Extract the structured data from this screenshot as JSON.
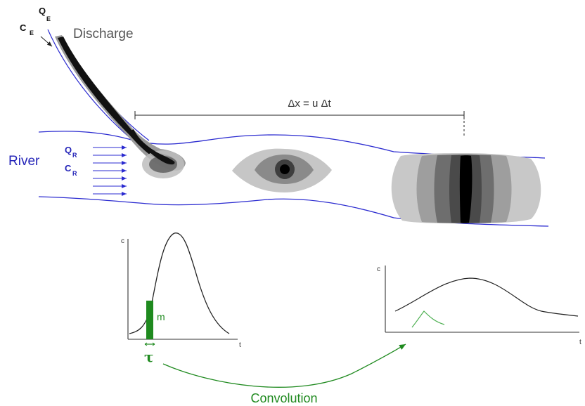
{
  "labels": {
    "discharge": "Discharge",
    "river": "River",
    "ce_main": "C",
    "ce_sub": "E",
    "qe_main": "Q",
    "qe_sub": "E",
    "qr_main": "Q",
    "qr_sub": "R",
    "cr_main": "C",
    "cr_sub": "R",
    "delta_x": "Δx = u Δt",
    "convolution": "Convolution",
    "tau": "τ",
    "m": "m",
    "c_axis_left": "c",
    "t_axis_left": "t",
    "c_axis_right": "c",
    "t_axis_right": "t"
  },
  "colors": {
    "river_bank": "#2b2bd0",
    "river_label": "#2424b8",
    "plume_dark": "#111111",
    "plume_mid": "#777777",
    "plume_light": "#c4c4c4",
    "green": "#1f8a1f",
    "axis": "#333333"
  }
}
